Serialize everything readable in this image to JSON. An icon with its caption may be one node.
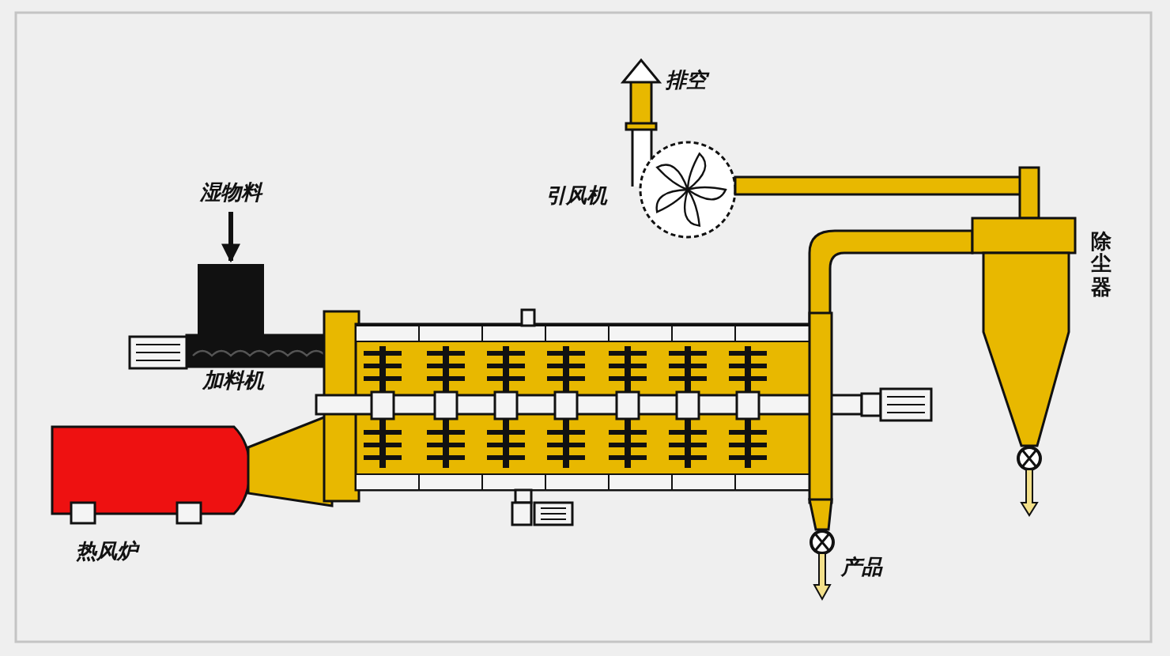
{
  "diagram": {
    "nodes": [
      {
        "text": [
          "湿物料"
        ]
      },
      {
        "text": [],
        "shape": "box"
      }
    ],
    "edges": [
      {
        "from": 0,
        "to": 1,
        "arrow": "to"
      }
    ],
    "labels": [
      "排空",
      "引风机",
      "除尘器",
      "加料机",
      "热风炉",
      "产品"
    ]
  }
}
